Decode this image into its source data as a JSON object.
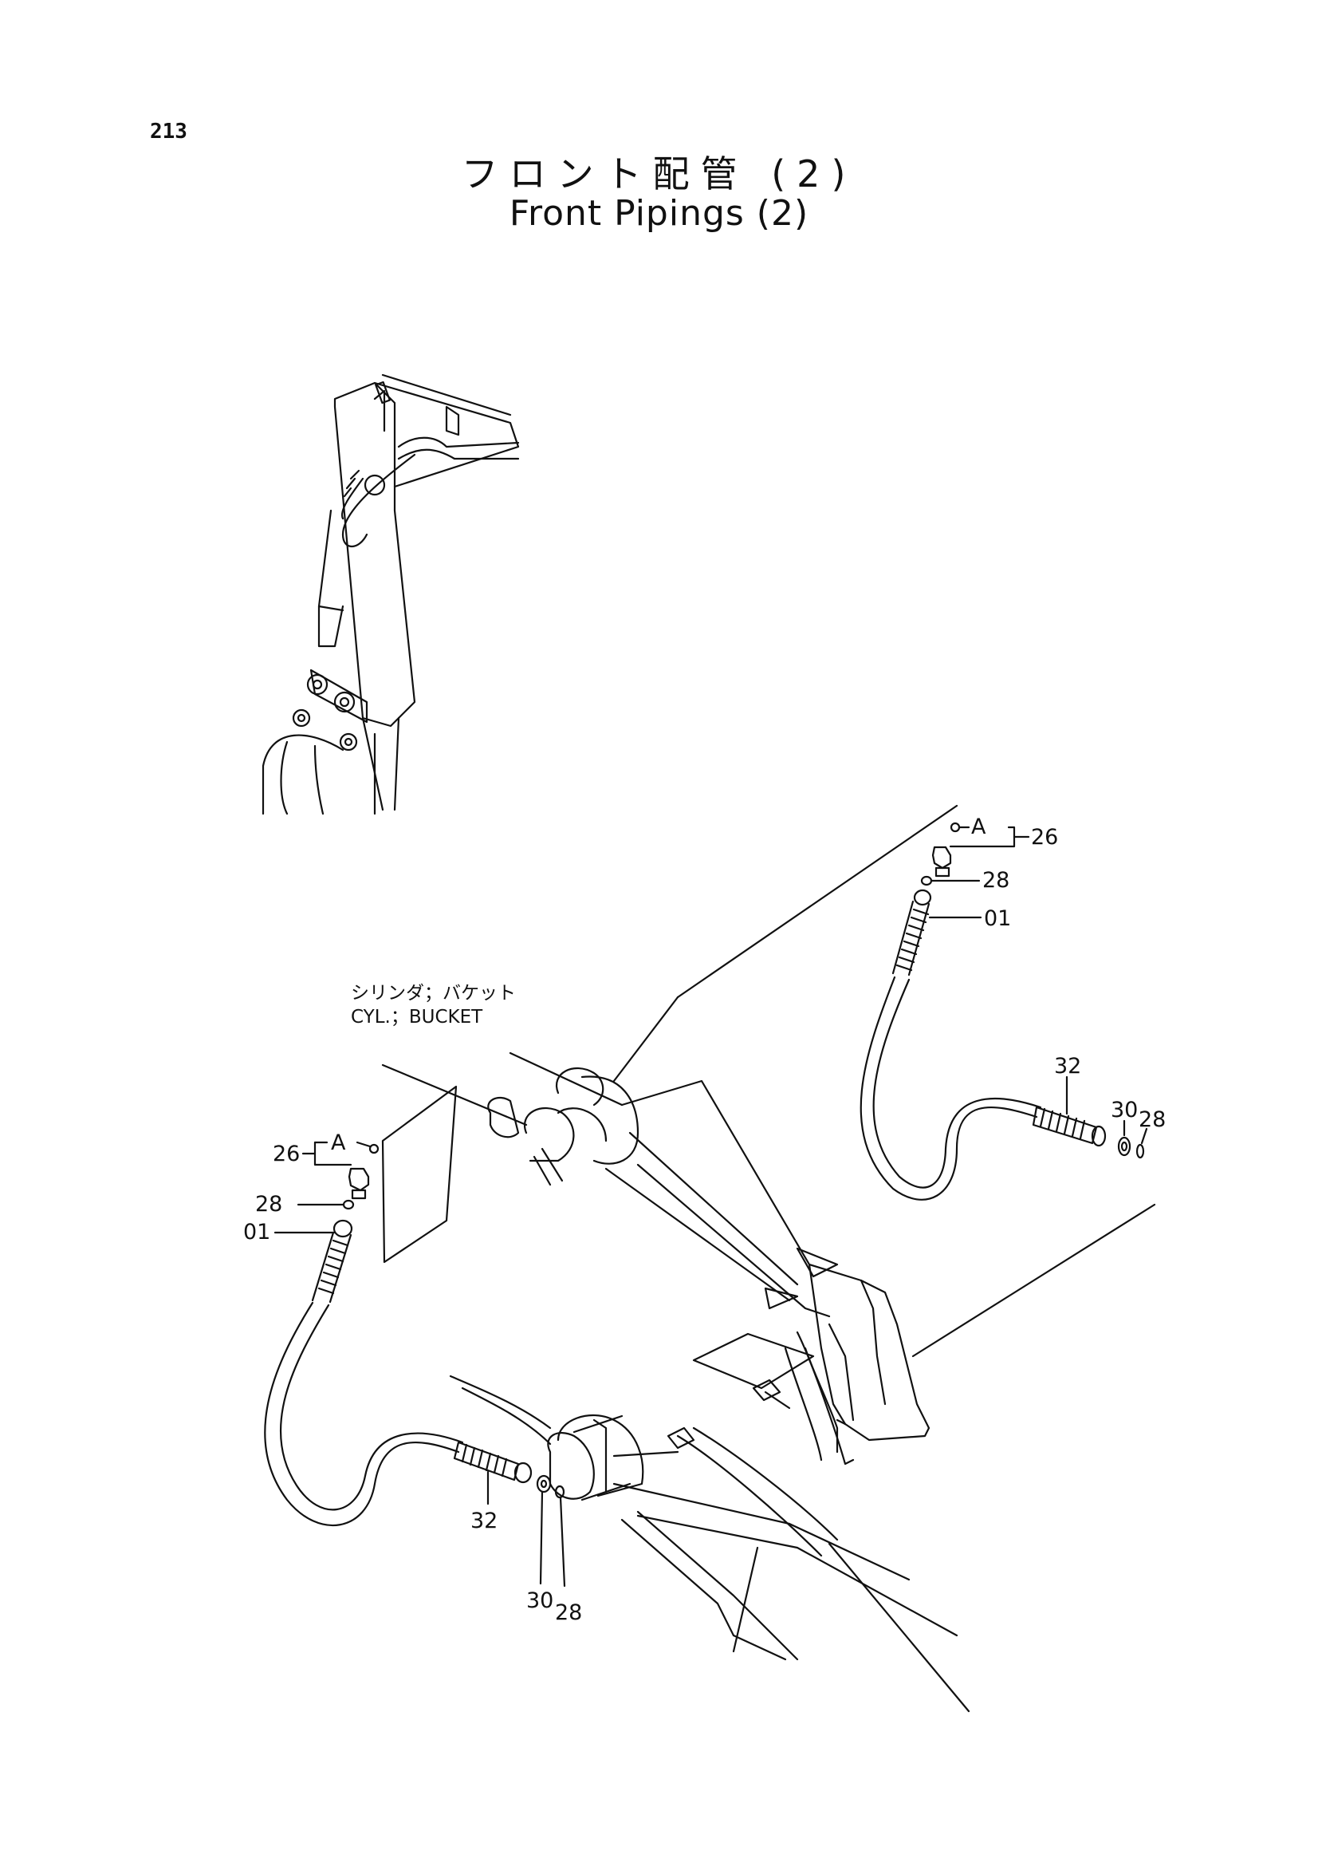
{
  "page_number": "213",
  "title_jp": "フロント配管 (2)",
  "title_en": "Front Pipings (2)",
  "cylinder_label": {
    "jp": "シリンダ；バケット",
    "en": "CYL.；BUCKET"
  },
  "callouts": {
    "right_26": "26",
    "right_A": "A",
    "right_28_top": "28",
    "right_01": "01",
    "right_32": "32",
    "right_30": "30",
    "right_28_bottom": "28",
    "left_26": "26",
    "left_A": "A",
    "left_28_top": "28",
    "left_01": "01",
    "left_32": "32",
    "left_30": "30",
    "left_28_bottom": "28"
  }
}
